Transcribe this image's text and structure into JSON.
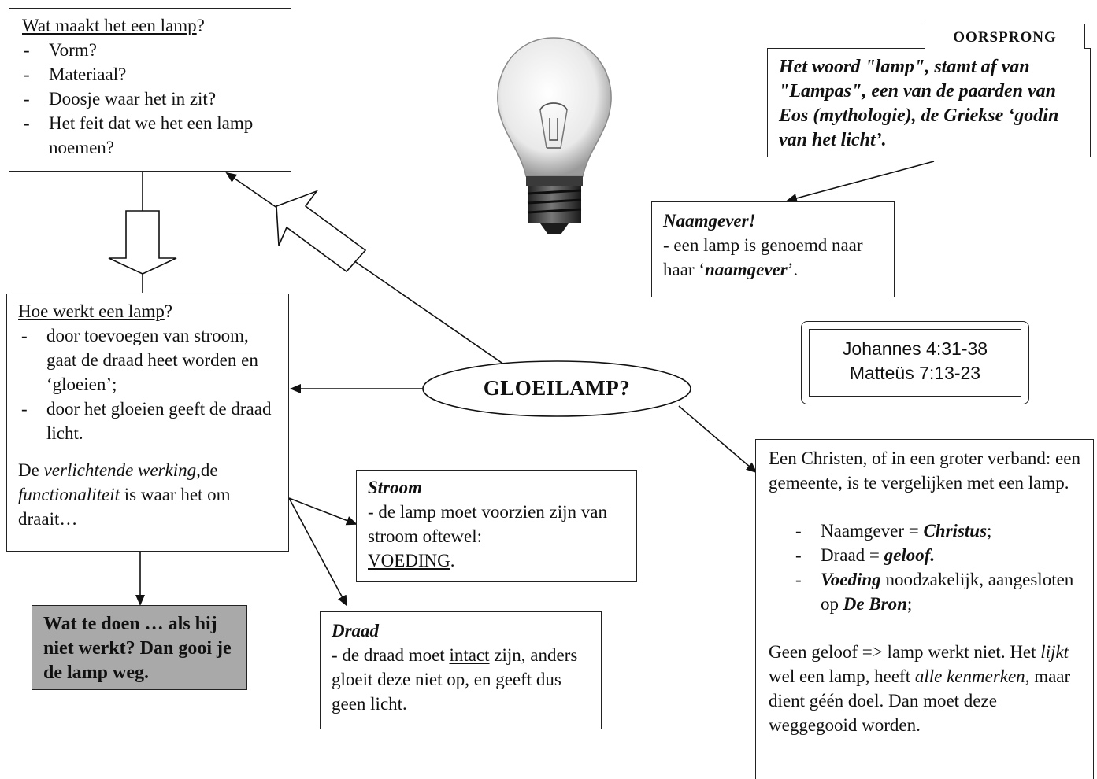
{
  "box_wat_maakt": {
    "question_text": "Wat maakt het een lamp",
    "question_mark": "?",
    "items": [
      "Vorm?",
      "Materiaal?",
      "Doosje waar het in zit?",
      "Het feit dat we het een lamp noemen?"
    ]
  },
  "box_hoe_werkt": {
    "question_text": "Hoe werkt een lamp",
    "question_mark": "?",
    "items": [
      "door toevoegen van stroom, gaat de draad heet worden en ‘gloeien’;",
      "door het gloeien geeft de draad licht."
    ],
    "para_lead": "De ",
    "para_em1": "verlichtende werking,",
    "para_mid": "de ",
    "para_em2": "functionaliteit",
    "para_tail": " is waar het om draait…"
  },
  "box_wat_te_doen": {
    "text": "Wat te doen … als hij niet werkt? Dan gooi je de lamp weg.",
    "background": "#a9a9a9"
  },
  "central_node": {
    "label": "GLOEILAMP?"
  },
  "box_stroom": {
    "title": "Stroom",
    "line1": "- de lamp moet voorzien zijn van stroom oftewel:",
    "underlined": "VOEDING",
    "tail": "."
  },
  "box_draad": {
    "title": "Draad",
    "line_lead": "- de draad moet ",
    "underlined": "intact",
    "line_tail": " zijn, anders gloeit deze niet op, en geeft dus geen licht."
  },
  "box_oorsprong": {
    "tab_label": "OORSPRONG",
    "text": "Het woord \"lamp\", stamt af van \"Lampas\", een van de paarden van Eos (mythologie), de Griekse ‘godin van het licht’."
  },
  "box_naamgever": {
    "title": "Naamgever!",
    "line_lead": "- een lamp is genoemd naar haar ‘",
    "em": "naamgever",
    "line_tail": "’."
  },
  "box_bijbel": {
    "ref1": "Johannes 4:31-38",
    "ref2": "Matteüs 7:13-23"
  },
  "box_christen": {
    "intro": "Een Christen, of in een groter verband: een gemeente, is te vergelijken met een lamp.",
    "item1_lead": "Naamgever = ",
    "item1_em": "Christus",
    "item1_tail": ";",
    "item2_lead": "Draad = ",
    "item2_em": "geloof.",
    "item3_em": "Voeding",
    "item3_mid": " noodzakelijk, aangesloten op ",
    "item3_em2": "De Bron",
    "item3_tail": ";",
    "conc_1": "Geen geloof => lamp werkt niet. Het ",
    "conc_em1": "lijkt",
    "conc_2": " wel een lamp, heeft ",
    "conc_em2": "alle kenmerken",
    "conc_3": ", maar dient géén doel. Dan moet deze weggegooid worden."
  },
  "icons": {
    "lightbulb": "lightbulb-icon"
  }
}
